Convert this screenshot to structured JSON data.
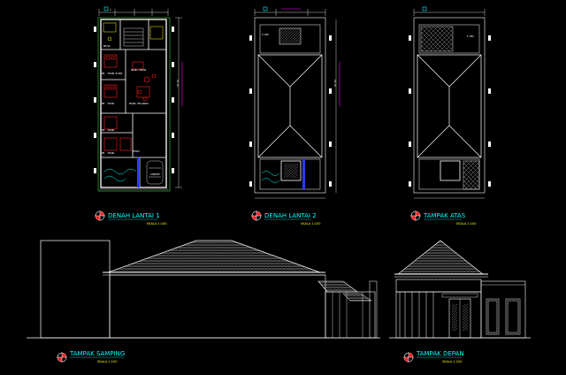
{
  "drawings": {
    "plan1": {
      "title": "DENAH LANTAI 1",
      "scale": "SKALA 1:100"
    },
    "plan2": {
      "title": "DENAH LANTAI 2",
      "scale": "SKALA 1:100"
    },
    "roof": {
      "title": "TAMPAK ATAS",
      "scale": "SKALA 1:100"
    },
    "side": {
      "title": "TAMPAK SAMPING",
      "scale": "SKALA 1:100"
    },
    "front": {
      "title": "TAMPAK DEPAN",
      "scale": "SKALA 1:100"
    }
  },
  "rooms": {
    "r1": "KM/WC",
    "r2": "KM. TIDUR UTAMA",
    "r3": "KM. TIDUR",
    "r4": "RUANG MAKAN",
    "r5": "RUANG KELUARGA",
    "r6": "KM. TIDUR",
    "r7": "KM. TIDUR",
    "r8": "TERAS",
    "r9": "CARPORT"
  },
  "dimensions": {
    "plan1_side": "18.00",
    "plan2_side": "18.00",
    "plan2_top": "6.000",
    "roof_top": "6.000"
  },
  "colors": {
    "cyan": "#00ffff",
    "yellow": "#ffff00",
    "red": "#ff2020",
    "white": "#ffffff",
    "magenta": "#ff00ff",
    "blue": "#2a3bff",
    "green": "#40ff40",
    "gray": "#808080"
  }
}
